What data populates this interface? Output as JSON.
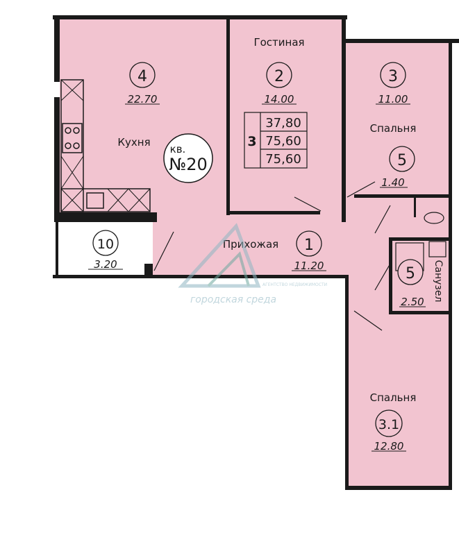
{
  "colors": {
    "room_fill": "#f2c4d0",
    "wall": "#1a1a1a",
    "background": "#ffffff",
    "watermark": "#8fb6c2"
  },
  "apartment": {
    "kv_label": "кв.",
    "number": "№20",
    "rooms_count": "3",
    "areas": [
      "37,80",
      "75,60",
      "75,60"
    ]
  },
  "rooms": [
    {
      "id": "kitchen",
      "number": "4",
      "area": "22.70",
      "name": "Кухня"
    },
    {
      "id": "living",
      "number": "2",
      "area": "14.00",
      "name": "Гостиная"
    },
    {
      "id": "bedroom-1",
      "number": "3",
      "area": "11.00",
      "name": "Спальня"
    },
    {
      "id": "wc",
      "number": "5",
      "area": "1.40",
      "name": ""
    },
    {
      "id": "bath",
      "number": "5",
      "area": "2.50",
      "name": "Санузел"
    },
    {
      "id": "hall",
      "number": "1",
      "area": "11.20",
      "name": "Прихожая"
    },
    {
      "id": "balcony",
      "number": "10",
      "area": "3.20",
      "name": ""
    },
    {
      "id": "bedroom-2",
      "number": "3.1",
      "area": "12.80",
      "name": "Спальня"
    }
  ],
  "watermark": {
    "text": "городская среда",
    "subtext": "АГЕНТСТВО НЕДВИЖИМОСТИ"
  }
}
